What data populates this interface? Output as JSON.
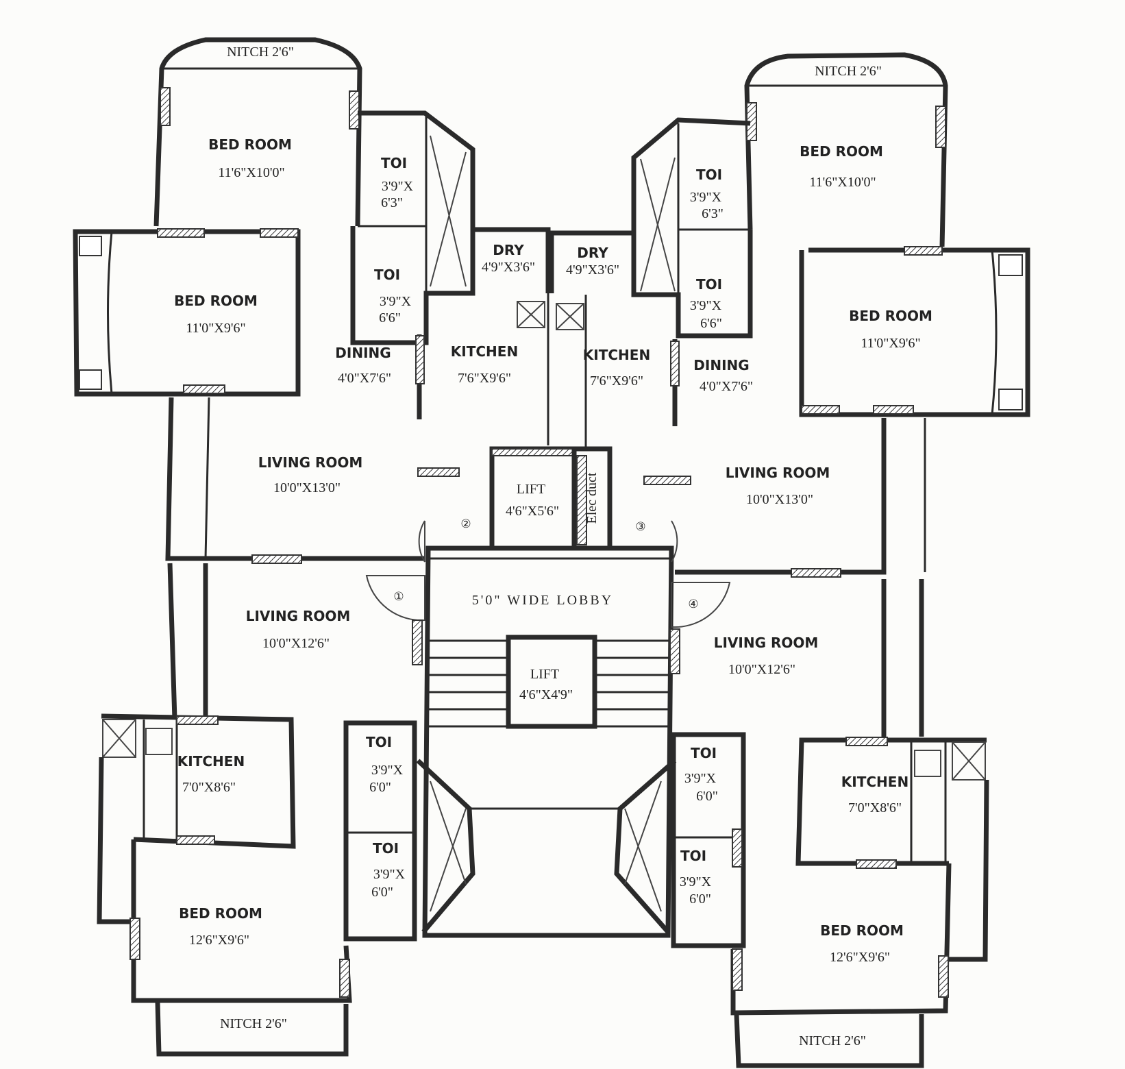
{
  "units": {
    "nw": {
      "bedroom_top": {
        "name": "BED ROOM",
        "size": "11'6\"X10'0\""
      },
      "nitch_top": {
        "label": "NITCH 2'6\""
      },
      "toi_1": {
        "name": "TOI",
        "size_a": "3'9\"X",
        "size_b": "6'3\""
      },
      "toi_2": {
        "name": "TOI",
        "size_a": "3'9\"X",
        "size_b": "6'6\""
      },
      "bedroom_side": {
        "name": "BED ROOM",
        "size": "11'0\"X9'6\""
      },
      "dry": {
        "name": "DRY",
        "size": "4'9\"X3'6\""
      },
      "dining": {
        "name": "DINING",
        "size": "4'0\"X7'6\""
      },
      "kitchen": {
        "name": "KITCHEN",
        "size": "7'6\"X9'6\""
      },
      "living": {
        "name": "LIVING ROOM",
        "size": "10'0\"X13'0\""
      }
    },
    "ne": {
      "bedroom_top": {
        "name": "BED ROOM",
        "size": "11'6\"X10'0\""
      },
      "nitch_top": {
        "label": "NITCH 2'6\""
      },
      "toi_1": {
        "name": "TOI",
        "size_a": "3'9\"X",
        "size_b": "6'3\""
      },
      "toi_2": {
        "name": "TOI",
        "size_a": "3'9\"X",
        "size_b": "6'6\""
      },
      "bedroom_side": {
        "name": "BED ROOM",
        "size": "11'0\"X9'6\""
      },
      "dry": {
        "name": "DRY",
        "size": "4'9\"X3'6\""
      },
      "dining": {
        "name": "DINING",
        "size": "4'0\"X7'6\""
      },
      "kitchen": {
        "name": "KITCHEN",
        "size": "7'6\"X9'6\""
      },
      "living": {
        "name": "LIVING ROOM",
        "size": "10'0\"X13'0\""
      }
    },
    "sw": {
      "living": {
        "name": "LIVING ROOM",
        "size": "10'0\"X12'6\""
      },
      "kitchen": {
        "name": "KITCHEN",
        "size": "7'0\"X8'6\""
      },
      "toi_1": {
        "name": "TOI",
        "size_a": "3'9\"X",
        "size_b": "6'0\""
      },
      "toi_2": {
        "name": "TOI",
        "size_a": "3'9\"X",
        "size_b": "6'0\""
      },
      "bedroom": {
        "name": "BED ROOM",
        "size": "12'6\"X9'6\""
      },
      "nitch_bottom": {
        "label": "NITCH 2'6\""
      }
    },
    "se": {
      "living": {
        "name": "LIVING ROOM",
        "size": "10'0\"X12'6\""
      },
      "kitchen": {
        "name": "KITCHEN",
        "size": "7'0\"X8'6\""
      },
      "toi_1": {
        "name": "TOI",
        "size_a": "3'9\"X",
        "size_b": "6'0\""
      },
      "toi_2": {
        "name": "TOI",
        "size_a": "3'9\"X",
        "size_b": "6'0\""
      },
      "bedroom": {
        "name": "BED ROOM",
        "size": "12'6\"X9'6\""
      },
      "nitch_bottom": {
        "label": "NITCH 2'6\""
      }
    }
  },
  "core": {
    "lift_upper": {
      "name": "LIFT",
      "size": "4'6\"X5'6\""
    },
    "elec_duct": "Elec duct",
    "lobby": "5'0\" WIDE LOBBY",
    "lift_lower": {
      "name": "LIFT",
      "size": "4'6\"X4'9\""
    },
    "doors": [
      "①",
      "②",
      "③",
      "④"
    ]
  }
}
